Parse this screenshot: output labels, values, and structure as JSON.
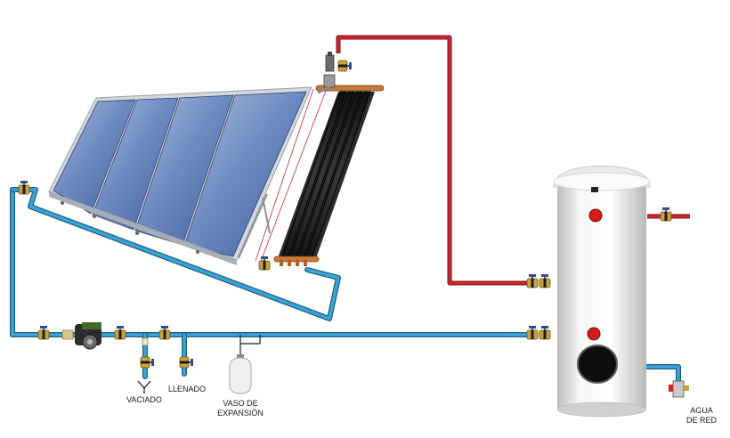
{
  "labels": {
    "vaciado": "VACIADO",
    "llenado": "LLENADO",
    "vaso_line1": "VASO DE",
    "vaso_line2": "EXPANSIÓN",
    "agua_line1": "AGUA",
    "agua_line2": "DE RED"
  },
  "colors": {
    "hot_pipe": "#c8202a",
    "cold_pipe": "#2a8fc0",
    "panel_glass": "#5f7fb8",
    "panel_frame": "#c9cdd3",
    "tank_body": "#f2f2f2",
    "valve_brass": "#c9a23a",
    "valve_handle": "#2b4a9a"
  },
  "icons": {
    "collector": "flat-solar-collector-icon",
    "absorber": "absorber-tubes-icon",
    "tank": "storage-tank-icon",
    "pump": "circulation-pump-icon",
    "expansion": "expansion-vessel-icon",
    "valve": "ball-valve-icon",
    "purger": "air-purger-icon",
    "drain": "drain-outlet-icon"
  }
}
